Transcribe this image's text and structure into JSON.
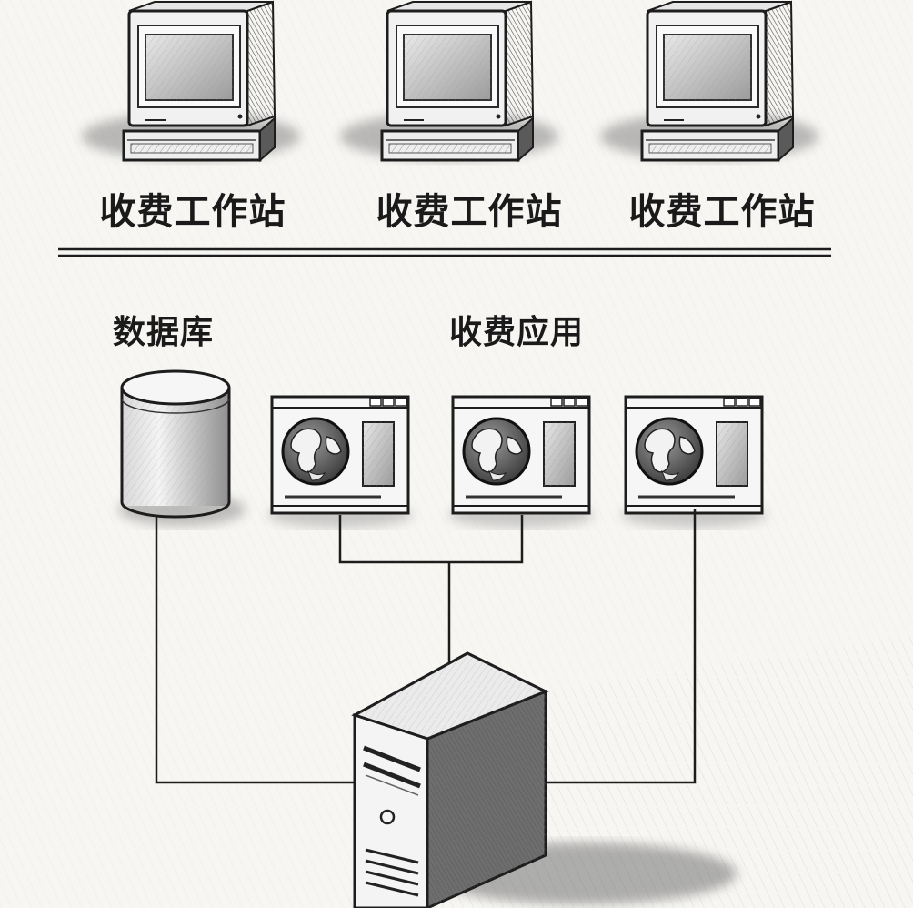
{
  "workstations": [
    {
      "label": "收费工作站"
    },
    {
      "label": "收费工作站"
    },
    {
      "label": "收费工作站"
    }
  ],
  "database_label": "数据库",
  "applications_label": "收费应用",
  "icons": {
    "workstation": "crt-monitor-icon",
    "database": "database-cylinder-icon",
    "application": "browser-window-globe-icon",
    "server": "tower-server-icon"
  }
}
